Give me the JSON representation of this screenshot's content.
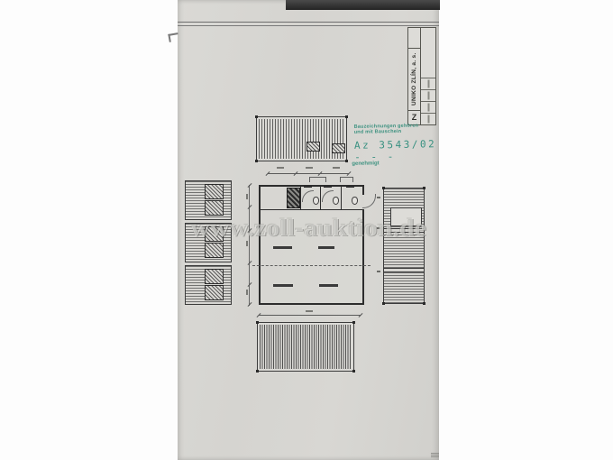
{
  "photo": {
    "colors": {
      "paper": "#d6d5d1",
      "background": "#fdfdfd",
      "ink": "#3c3c3c",
      "stamp_green": "#2e8b78",
      "table_edge": "#333333",
      "watermark": "#f0efec"
    }
  },
  "watermark": {
    "text": "www.zoll-auktion.de"
  },
  "title_block": {
    "logo": "Z",
    "company": "UNIKO ZLÍN, a. s."
  },
  "stamp": {
    "line1": "Bauzeichnungen gehören",
    "line2": "und mit Bauschein",
    "case_number": "Az 3543/02 - - -",
    "approved": "genehmigt"
  }
}
